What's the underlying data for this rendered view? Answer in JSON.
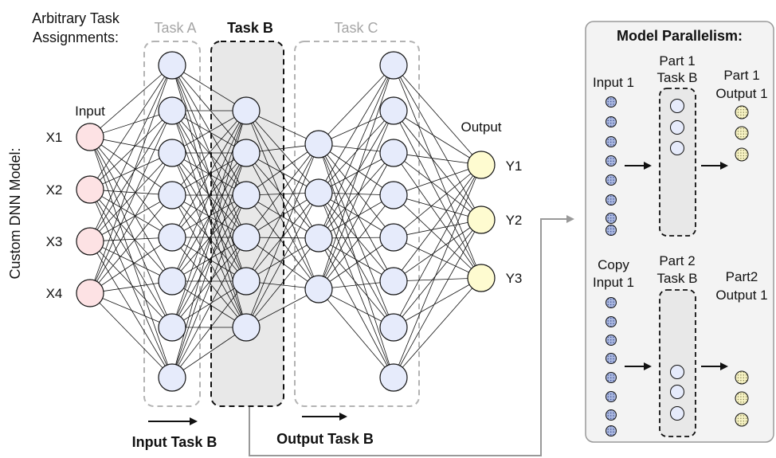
{
  "header": {
    "line1": "Arbitrary Task",
    "line2": "Assignments:"
  },
  "side_label": "Custom DNN Model:",
  "tasks": {
    "a": "Task A",
    "b": "Task B",
    "c": "Task C"
  },
  "input_label": "Input",
  "output_label": "Output",
  "inputs": [
    "X1",
    "X2",
    "X3",
    "X4"
  ],
  "outputs": [
    "Y1",
    "Y2",
    "Y3"
  ],
  "input_task_b": "Input Task B",
  "output_task_b": "Output Task B",
  "panel": {
    "title": "Model Parallelism:",
    "top": {
      "input": "Input 1",
      "part_line1": "Part 1",
      "part_line2": "Task B",
      "output_line1": "Part 1",
      "output_line2": "Output 1"
    },
    "bottom": {
      "input_line1": "Copy",
      "input_line2": "Input 1",
      "part_line1": "Part 2",
      "part_line2": "Task B",
      "output_line1": "Part2",
      "output_line2": "Output 1"
    }
  },
  "colors": {
    "input_node": "#fde2e4",
    "hidden_node": "#e6ebfb",
    "output_node": "#fefbd0",
    "task_b_fill": "#e8e8e8",
    "panel_fill": "#f3f3f3",
    "dashed_gray": "#b3b3b3",
    "connector": "#999999"
  }
}
